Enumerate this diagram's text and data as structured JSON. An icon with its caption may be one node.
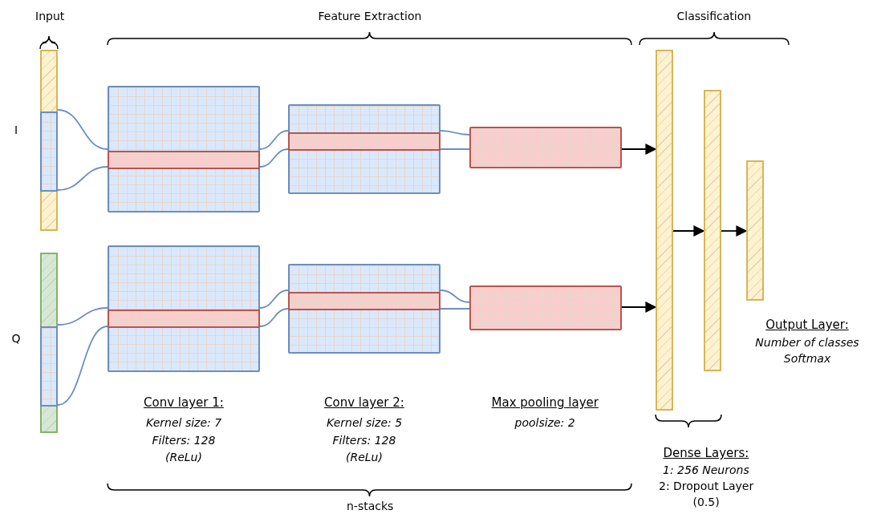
{
  "diagram": {
    "nodes": [
      {
        "text": [],
        "shape": "bar",
        "beside": [
          "I"
        ]
      },
      {
        "text": [],
        "shape": "bar",
        "beside": [
          "Q"
        ]
      },
      {
        "text": [],
        "shape": "box"
      },
      {
        "text": [],
        "shape": "box"
      },
      {
        "text": [],
        "shape": "box"
      },
      {
        "text": [],
        "shape": "box"
      },
      {
        "text": [],
        "shape": "box"
      },
      {
        "text": [],
        "shape": "box"
      },
      {
        "text": [],
        "shape": "bar"
      },
      {
        "text": [],
        "shape": "bar"
      },
      {
        "text": [],
        "shape": "bar",
        "beside": [
          "Output Layer:",
          "Number of classes Softmax"
        ]
      }
    ],
    "edges": [
      {
        "from": 0,
        "to": 2,
        "arrow": "none"
      },
      {
        "from": 0,
        "to": 2,
        "arrow": "none"
      },
      {
        "from": 2,
        "to": 3,
        "arrow": "none"
      },
      {
        "from": 2,
        "to": 3,
        "arrow": "none"
      },
      {
        "from": 3,
        "to": 4,
        "arrow": "none"
      },
      {
        "from": 3,
        "to": 4,
        "arrow": "none"
      },
      {
        "from": 4,
        "to": 8,
        "arrow": "to",
        "color": "#000000"
      },
      {
        "from": 1,
        "to": 5,
        "arrow": "none"
      },
      {
        "from": 1,
        "to": 5,
        "arrow": "none"
      },
      {
        "from": 5,
        "to": 6,
        "arrow": "none"
      },
      {
        "from": 5,
        "to": 6,
        "arrow": "none"
      },
      {
        "from": 6,
        "to": 7,
        "arrow": "none"
      },
      {
        "from": 6,
        "to": 7,
        "arrow": "none"
      },
      {
        "from": 7,
        "to": 8,
        "arrow": "to",
        "color": "#000000"
      },
      {
        "from": 8,
        "to": 9,
        "arrow": "to",
        "color": "#000000"
      },
      {
        "from": 9,
        "to": 10,
        "arrow": "to",
        "color": "#000000"
      }
    ],
    "labels": [
      "Input",
      "Feature Extraction",
      "Classification",
      "Conv layer 1:",
      "Kernel size: 7",
      "Filters: 128",
      "(ReLu)",
      "Conv layer 2:",
      "Kernel size: 5",
      "Filters: 128",
      "(ReLu)",
      "Max pooling layer",
      "poolsize: 2",
      "Dense Layers:",
      "1: 256 Neurons",
      "2: Dropout Layer",
      "(0.5)",
      "n-stacks"
    ]
  }
}
